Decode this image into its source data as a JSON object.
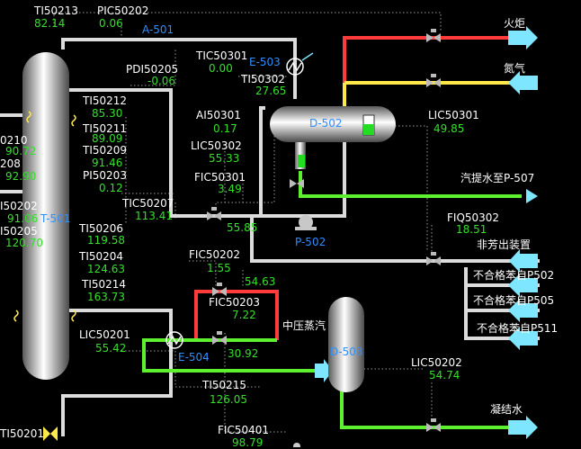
{
  "colors": {
    "background": "#000000",
    "tag_text": "#ffffff",
    "value_text": "#34e02a",
    "equipment_text": "#2f8fff",
    "pipe_process": "#dcdcdc",
    "pipe_hot": "#ff3b3b",
    "pipe_yellow": "#ffe84a",
    "pipe_green": "#5cf02e",
    "arrow_outlet": "#7fe6ff"
  },
  "equipment": {
    "a501": "A-501",
    "t501": "T-501",
    "e503": "E-503",
    "d502": "D-502",
    "p502": "P-502",
    "e504": "E-504",
    "d503": "D-503"
  },
  "instruments": {
    "ti50213": {
      "tag": "TI50213",
      "value": "82.14"
    },
    "pic50202": {
      "tag": "PIC50202",
      "value": "0.06"
    },
    "pdi50205": {
      "tag": "PDI50205",
      "value": "-0.06"
    },
    "tic50301": {
      "tag": "TIC50301",
      "value": "0.00"
    },
    "ti50302": {
      "tag": "TI50302",
      "value": "27.65"
    },
    "ti50212": {
      "tag": "TI50212",
      "value": "85.30"
    },
    "ti50211": {
      "tag": "TI50211",
      "value": "89.09"
    },
    "ti50209": {
      "tag": "TI50209",
      "value": "91.46"
    },
    "pi50203": {
      "tag": "PI50203",
      "value": "0.12"
    },
    "ai50301": {
      "tag": "AI50301",
      "value": "0.17"
    },
    "lic50302": {
      "tag": "LIC50302",
      "value": "55.33"
    },
    "fic50301": {
      "tag": "FIC50301",
      "value": "3.49"
    },
    "lic50301": {
      "tag": "LIC50301",
      "value": "49.85"
    },
    "tic50207": {
      "tag": "TIC50207",
      "value": "113.41"
    },
    "ti50206": {
      "tag": "TI50206",
      "value": "119.58"
    },
    "ti50204": {
      "tag": "TI50204",
      "value": "124.63"
    },
    "ti50214": {
      "tag": "TI50214",
      "value": "163.73"
    },
    "fic50202": {
      "tag": "FIC50202",
      "value": "1.55"
    },
    "fic50203": {
      "tag": "FIC50203",
      "value": "7.22"
    },
    "lic50201": {
      "tag": "LIC50201",
      "value": "55.42"
    },
    "ti50215": {
      "tag": "TI50215",
      "value": "126.05"
    },
    "fic50401": {
      "tag": "FIC50401",
      "value": "98.79"
    },
    "fiq50302": {
      "tag": "FIQ50302",
      "value": "18.51"
    },
    "lic50202": {
      "tag": "LIC50202",
      "value": "54.74"
    },
    "ti50201": {
      "tag": "TI50201",
      "value": ""
    },
    "p_left_a": {
      "tag": "0210",
      "value": "90.72"
    },
    "p_left_b": {
      "tag": "208",
      "value": "92.90"
    },
    "p_left_c": {
      "tag": "I50202",
      "value": "91.06"
    },
    "p_left_d": {
      "tag": "I50205",
      "value": "120.70"
    }
  },
  "flow_values": {
    "p502_outlet": "55.85",
    "fic50202_outlet": "54.63",
    "e504_outlet": "30.92"
  },
  "destinations": {
    "flare": "火炬",
    "nitrogen": "氮气",
    "stripped_water": "汽提水至P-507",
    "non_aromatics": "非芳出装置",
    "offspec_p502": "不合格苯自P502",
    "offspec_p505": "不合格苯自P505",
    "offspec_p511": "不合格苯自P511",
    "mp_steam": "中压蒸汽",
    "condensate": "凝结水"
  }
}
